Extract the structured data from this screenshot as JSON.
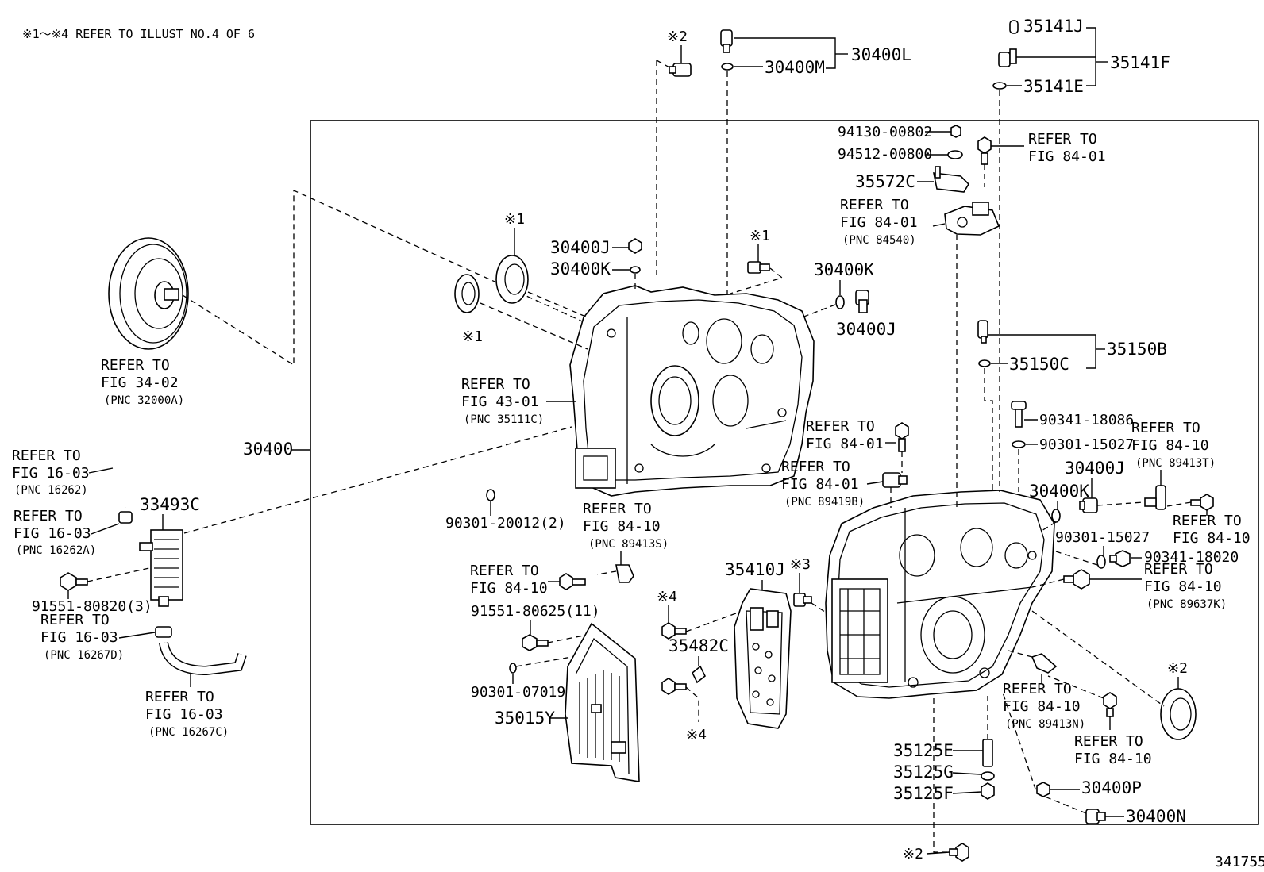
{
  "header": {
    "note": "※1～※4 REFER TO ILLUST NO.4 OF 6"
  },
  "illustration_number": "341755",
  "labels": {
    "p30400": "30400",
    "p30400L": "30400L",
    "p30400M": "30400M",
    "p30400J_a": "30400J",
    "p30400K_a": "30400K",
    "p30400K_b": "30400K",
    "p30400J_b": "30400J",
    "p30400J_c": "30400J",
    "p30400K_c": "30400K",
    "p30400P": "30400P",
    "p30400N": "30400N",
    "p35141J": "35141J",
    "p35141F": "35141F",
    "p35141E": "35141E",
    "p94130": "94130-00802",
    "p94512": "94512-00800",
    "p35572C": "35572C",
    "p35150B": "35150B",
    "p35150C": "35150C",
    "p90341_18086": "90341-18086",
    "p90301_15027_a": "90301-15027",
    "p90301_15027_b": "90301-15027",
    "p90341_18020": "90341-18020",
    "p33493C": "33493C",
    "p91551_80820": "91551-80820(3)",
    "p90301_20012": "90301-20012(2)",
    "p91551_80625": "91551-80625(11)",
    "p90301_07019": "90301-07019",
    "p35015Y": "35015Y",
    "p35410J": "35410J",
    "p35482C": "35482C",
    "p35125E": "35125E",
    "p35125G": "35125G",
    "p35125F": "35125F"
  },
  "marks": {
    "m1_a": "※1",
    "m1_b": "※1",
    "m1_c": "※1",
    "m2_a": "※2",
    "m2_b": "※2",
    "m2_c": "※2",
    "m3": "※3",
    "m4_a": "※4",
    "m4_b": "※4"
  },
  "refs": {
    "r_tc": {
      "l1": "REFER TO",
      "l2": "FIG 34-02",
      "l3": "(PNC 32000A)"
    },
    "r_43": {
      "l1": "REFER TO",
      "l2": "FIG 43-01",
      "l3": "(PNC 35111C)"
    },
    "r_1603a": {
      "l1": "REFER TO",
      "l2": "FIG 16-03",
      "l3": "(PNC 16262)"
    },
    "r_1603b": {
      "l1": "REFER TO",
      "l2": "FIG 16-03",
      "l3": "(PNC 16262A)"
    },
    "r_1603c": {
      "l1": "REFER TO",
      "l2": "FIG 16-03",
      "l3": "(PNC 16267D)"
    },
    "r_1603d": {
      "l1": "REFER TO",
      "l2": "FIG 16-03",
      "l3": "(PNC 16267C)"
    },
    "r_8401a": {
      "l1": "REFER TO",
      "l2": "FIG 84-01"
    },
    "r_8401b": {
      "l1": "REFER TO",
      "l2": "FIG 84-01",
      "l3": "(PNC 84540)"
    },
    "r_8401c": {
      "l1": "REFER TO",
      "l2": "FIG 84-01"
    },
    "r_8401d": {
      "l1": "REFER TO",
      "l2": "FIG 84-01",
      "l3": "(PNC 89419B)"
    },
    "r_8410a": {
      "l1": "REFER TO",
      "l2": "FIG 84-10",
      "l3": "(PNC 89413S)"
    },
    "r_8410b": {
      "l1": "REFER TO",
      "l2": "FIG 84-10"
    },
    "r_8410c": {
      "l1": "REFER TO",
      "l2": "FIG 84-10",
      "l3": "(PNC 89413T)"
    },
    "r_8410d": {
      "l1": "REFER TO",
      "l2": "FIG 84-10"
    },
    "r_8410e": {
      "l1": "REFER TO",
      "l2": "FIG 84-10",
      "l3": "(PNC 89637K)"
    },
    "r_8410f": {
      "l1": "REFER TO",
      "l2": "FIG 84-10",
      "l3": "(PNC 89413N)"
    },
    "r_8410g": {
      "l1": "REFER TO",
      "l2": "FIG 84-10"
    }
  }
}
